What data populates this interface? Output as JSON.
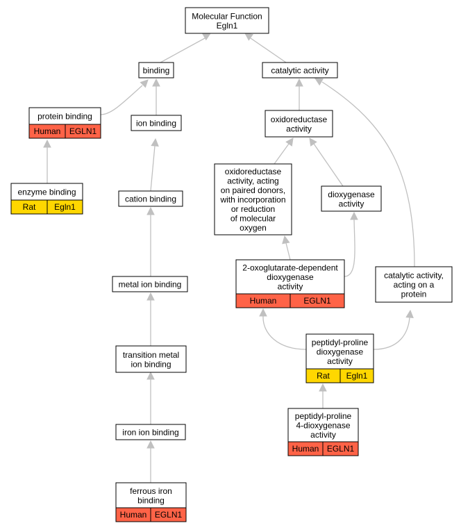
{
  "colors": {
    "human": "#ff6347",
    "rat": "#ffd700",
    "edge": "#c0c0c0"
  },
  "nodes": {
    "molecular_function": {
      "lines": [
        "Molecular Function",
        "Egln1"
      ]
    },
    "binding": {
      "lines": [
        "binding"
      ]
    },
    "catalytic_activity": {
      "lines": [
        "catalytic activity"
      ]
    },
    "protein_binding": {
      "lines": [
        "protein binding"
      ],
      "species": "Human",
      "gene": "EGLN1"
    },
    "ion_binding": {
      "lines": [
        "ion binding"
      ]
    },
    "oxidoreductase_activity": {
      "lines": [
        "oxidoreductase",
        "activity"
      ]
    },
    "enzyme_binding": {
      "lines": [
        "enzyme binding"
      ],
      "species": "Rat",
      "gene": "Egln1"
    },
    "oxidoreductase_paired_donors": {
      "lines": [
        "oxidoreductase",
        "activity, acting",
        "on paired donors,",
        "with incorporation",
        "or reduction",
        "of molecular",
        "oxygen"
      ]
    },
    "dioxygenase_activity": {
      "lines": [
        "dioxygenase",
        "activity"
      ]
    },
    "cation_binding": {
      "lines": [
        "cation binding"
      ]
    },
    "two_oxoglutarate_dioxygenase": {
      "lines": [
        "2-oxoglutarate-dependent",
        "dioxygenase",
        "activity"
      ],
      "species": "Human",
      "gene": "EGLN1"
    },
    "catalytic_on_protein": {
      "lines": [
        "catalytic activity,",
        "acting on a",
        "protein"
      ]
    },
    "metal_ion_binding": {
      "lines": [
        "metal ion binding"
      ]
    },
    "transition_metal_ion_binding": {
      "lines": [
        "transition metal",
        "ion binding"
      ]
    },
    "peptidyl_proline_dioxygenase": {
      "lines": [
        "peptidyl-proline",
        "dioxygenase",
        "activity"
      ],
      "species": "Rat",
      "gene": "Egln1"
    },
    "peptidyl_proline_4_dioxygenase": {
      "lines": [
        "peptidyl-proline",
        "4-dioxygenase",
        "activity"
      ],
      "species": "Human",
      "gene": "EGLN1"
    },
    "iron_ion_binding": {
      "lines": [
        "iron ion binding"
      ]
    },
    "ferrous_iron_binding": {
      "lines": [
        "ferrous iron",
        "binding"
      ],
      "species": "Human",
      "gene": "EGLN1"
    }
  }
}
